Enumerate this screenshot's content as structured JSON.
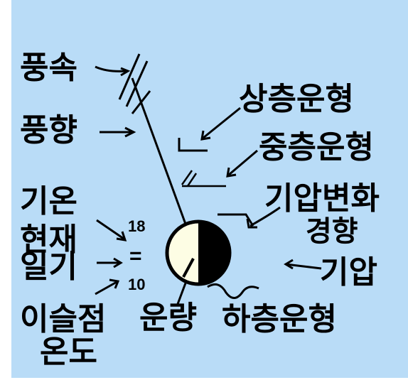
{
  "panel_color": "#b9dcf7",
  "labels": {
    "wind_speed": "풍속",
    "wind_direction": "풍향",
    "upper_cloud": "상층운형",
    "middle_cloud": "중층운형",
    "temperature": "기온",
    "pressure_change_line1": "기압변화",
    "pressure_change_line2": "경향",
    "present_weather_line1": "현재",
    "present_weather_line2": "일기",
    "pressure": "기압",
    "dew_point_line1": "이슬점",
    "dew_point_line2": "온도",
    "cloud_amount": "운량",
    "lower_cloud": "하층운형"
  },
  "values": {
    "temperature_value": "18",
    "dew_point_value": "10",
    "weather_symbol": "="
  },
  "icons": {
    "station": "station-circle-half-filled-icon",
    "wind_barb": "wind-barb-icon"
  }
}
